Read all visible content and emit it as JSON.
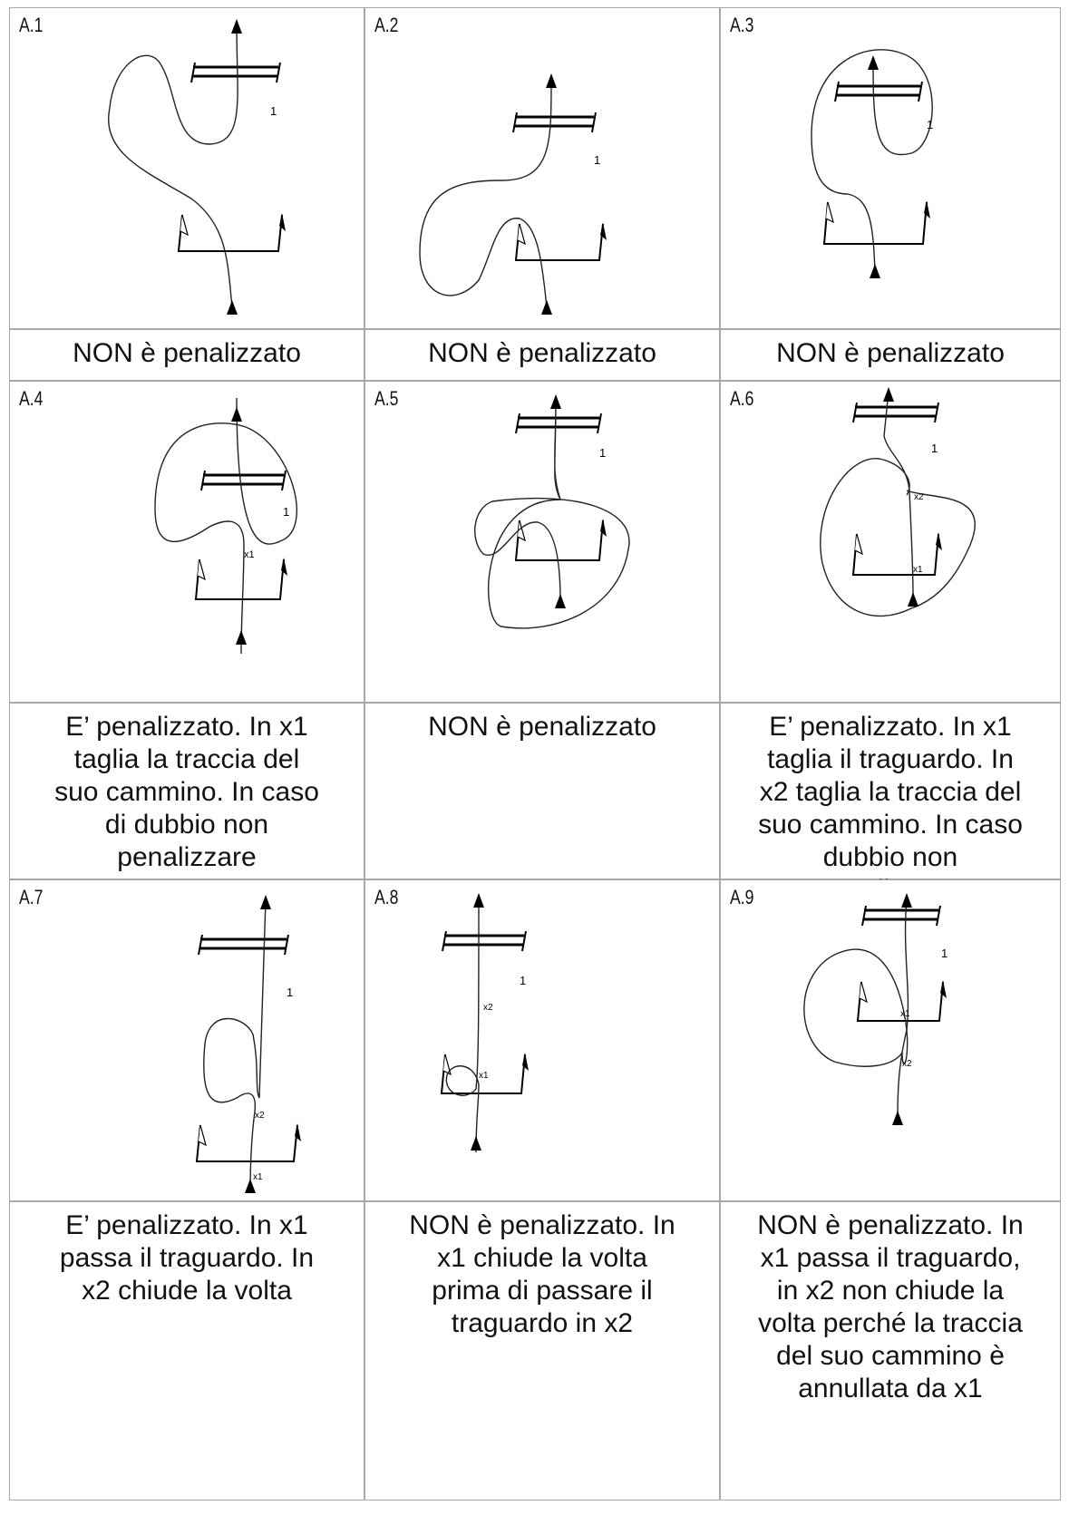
{
  "panels": [
    {
      "id": "A.1",
      "label": "A.1",
      "caption": "NON è penalizzato",
      "marks": {
        "num": "1"
      }
    },
    {
      "id": "A.2",
      "label": "A.2",
      "caption": "NON è penalizzato",
      "marks": {
        "num": "1"
      }
    },
    {
      "id": "A.3",
      "label": "A.3",
      "caption": "NON è penalizzato",
      "marks": {
        "num": "1"
      }
    },
    {
      "id": "A.4",
      "label": "A.4",
      "caption": "E’ penalizzato. In x1 taglia la traccia del suo cammino. In caso di dubbio non penalizzare",
      "marks": {
        "num": "1",
        "x1": "x1"
      }
    },
    {
      "id": "A.5",
      "label": "A.5",
      "caption": "NON è penalizzato",
      "marks": {
        "num": "1"
      }
    },
    {
      "id": "A.6",
      "label": "A.6",
      "caption": "E’ penalizzato. In x1 taglia il traguardo. In x2 taglia la traccia del suo cammino. In caso dubbio non penalizzare.",
      "marks": {
        "num": "1",
        "x1": "x1",
        "x2": "x2"
      }
    },
    {
      "id": "A.7",
      "label": "A.7",
      "caption": "E’ penalizzato. In x1 passa il traguardo. In x2 chiude la volta",
      "marks": {
        "num": "1",
        "x1": "x1",
        "x2": "x2"
      }
    },
    {
      "id": "A.8",
      "label": "A.8",
      "caption": "NON è penalizzato. In x1 chiude la volta prima di passare il traguardo in x2",
      "marks": {
        "num": "1",
        "x1": "x1",
        "x2": "x2"
      }
    },
    {
      "id": "A.9",
      "label": "A.9",
      "caption": "NON è penalizzato. In x1 passa il traguardo, in x2 non chiude la volta perché la traccia del suo cammino è annullata da x1",
      "marks": {
        "num": "1",
        "x1": "x1",
        "x2": "x2"
      }
    }
  ],
  "caption_lines": {
    "A.4": [
      "E’ penalizzato. In x1",
      "taglia la traccia del",
      "suo cammino. In caso",
      "di dubbio non",
      "penalizzare"
    ],
    "A.6": [
      "E’ penalizzato. In x1",
      "taglia il traguardo. In",
      "x2 taglia la traccia del",
      "suo cammino. In caso",
      "dubbio non",
      "penalizzare."
    ],
    "A.7": [
      "E’ penalizzato. In x1",
      "passa il traguardo. In",
      "x2 chiude la volta"
    ],
    "A.8": [
      "NON è penalizzato. In",
      "x1 chiude la volta",
      "prima di passare il",
      "traguardo in x2"
    ],
    "A.9": [
      "NON è penalizzato. In",
      "x1 passa il traguardo,",
      "in x2 non chiude la",
      "volta perché la traccia",
      "del suo cammino è",
      "annullata da x1"
    ]
  }
}
